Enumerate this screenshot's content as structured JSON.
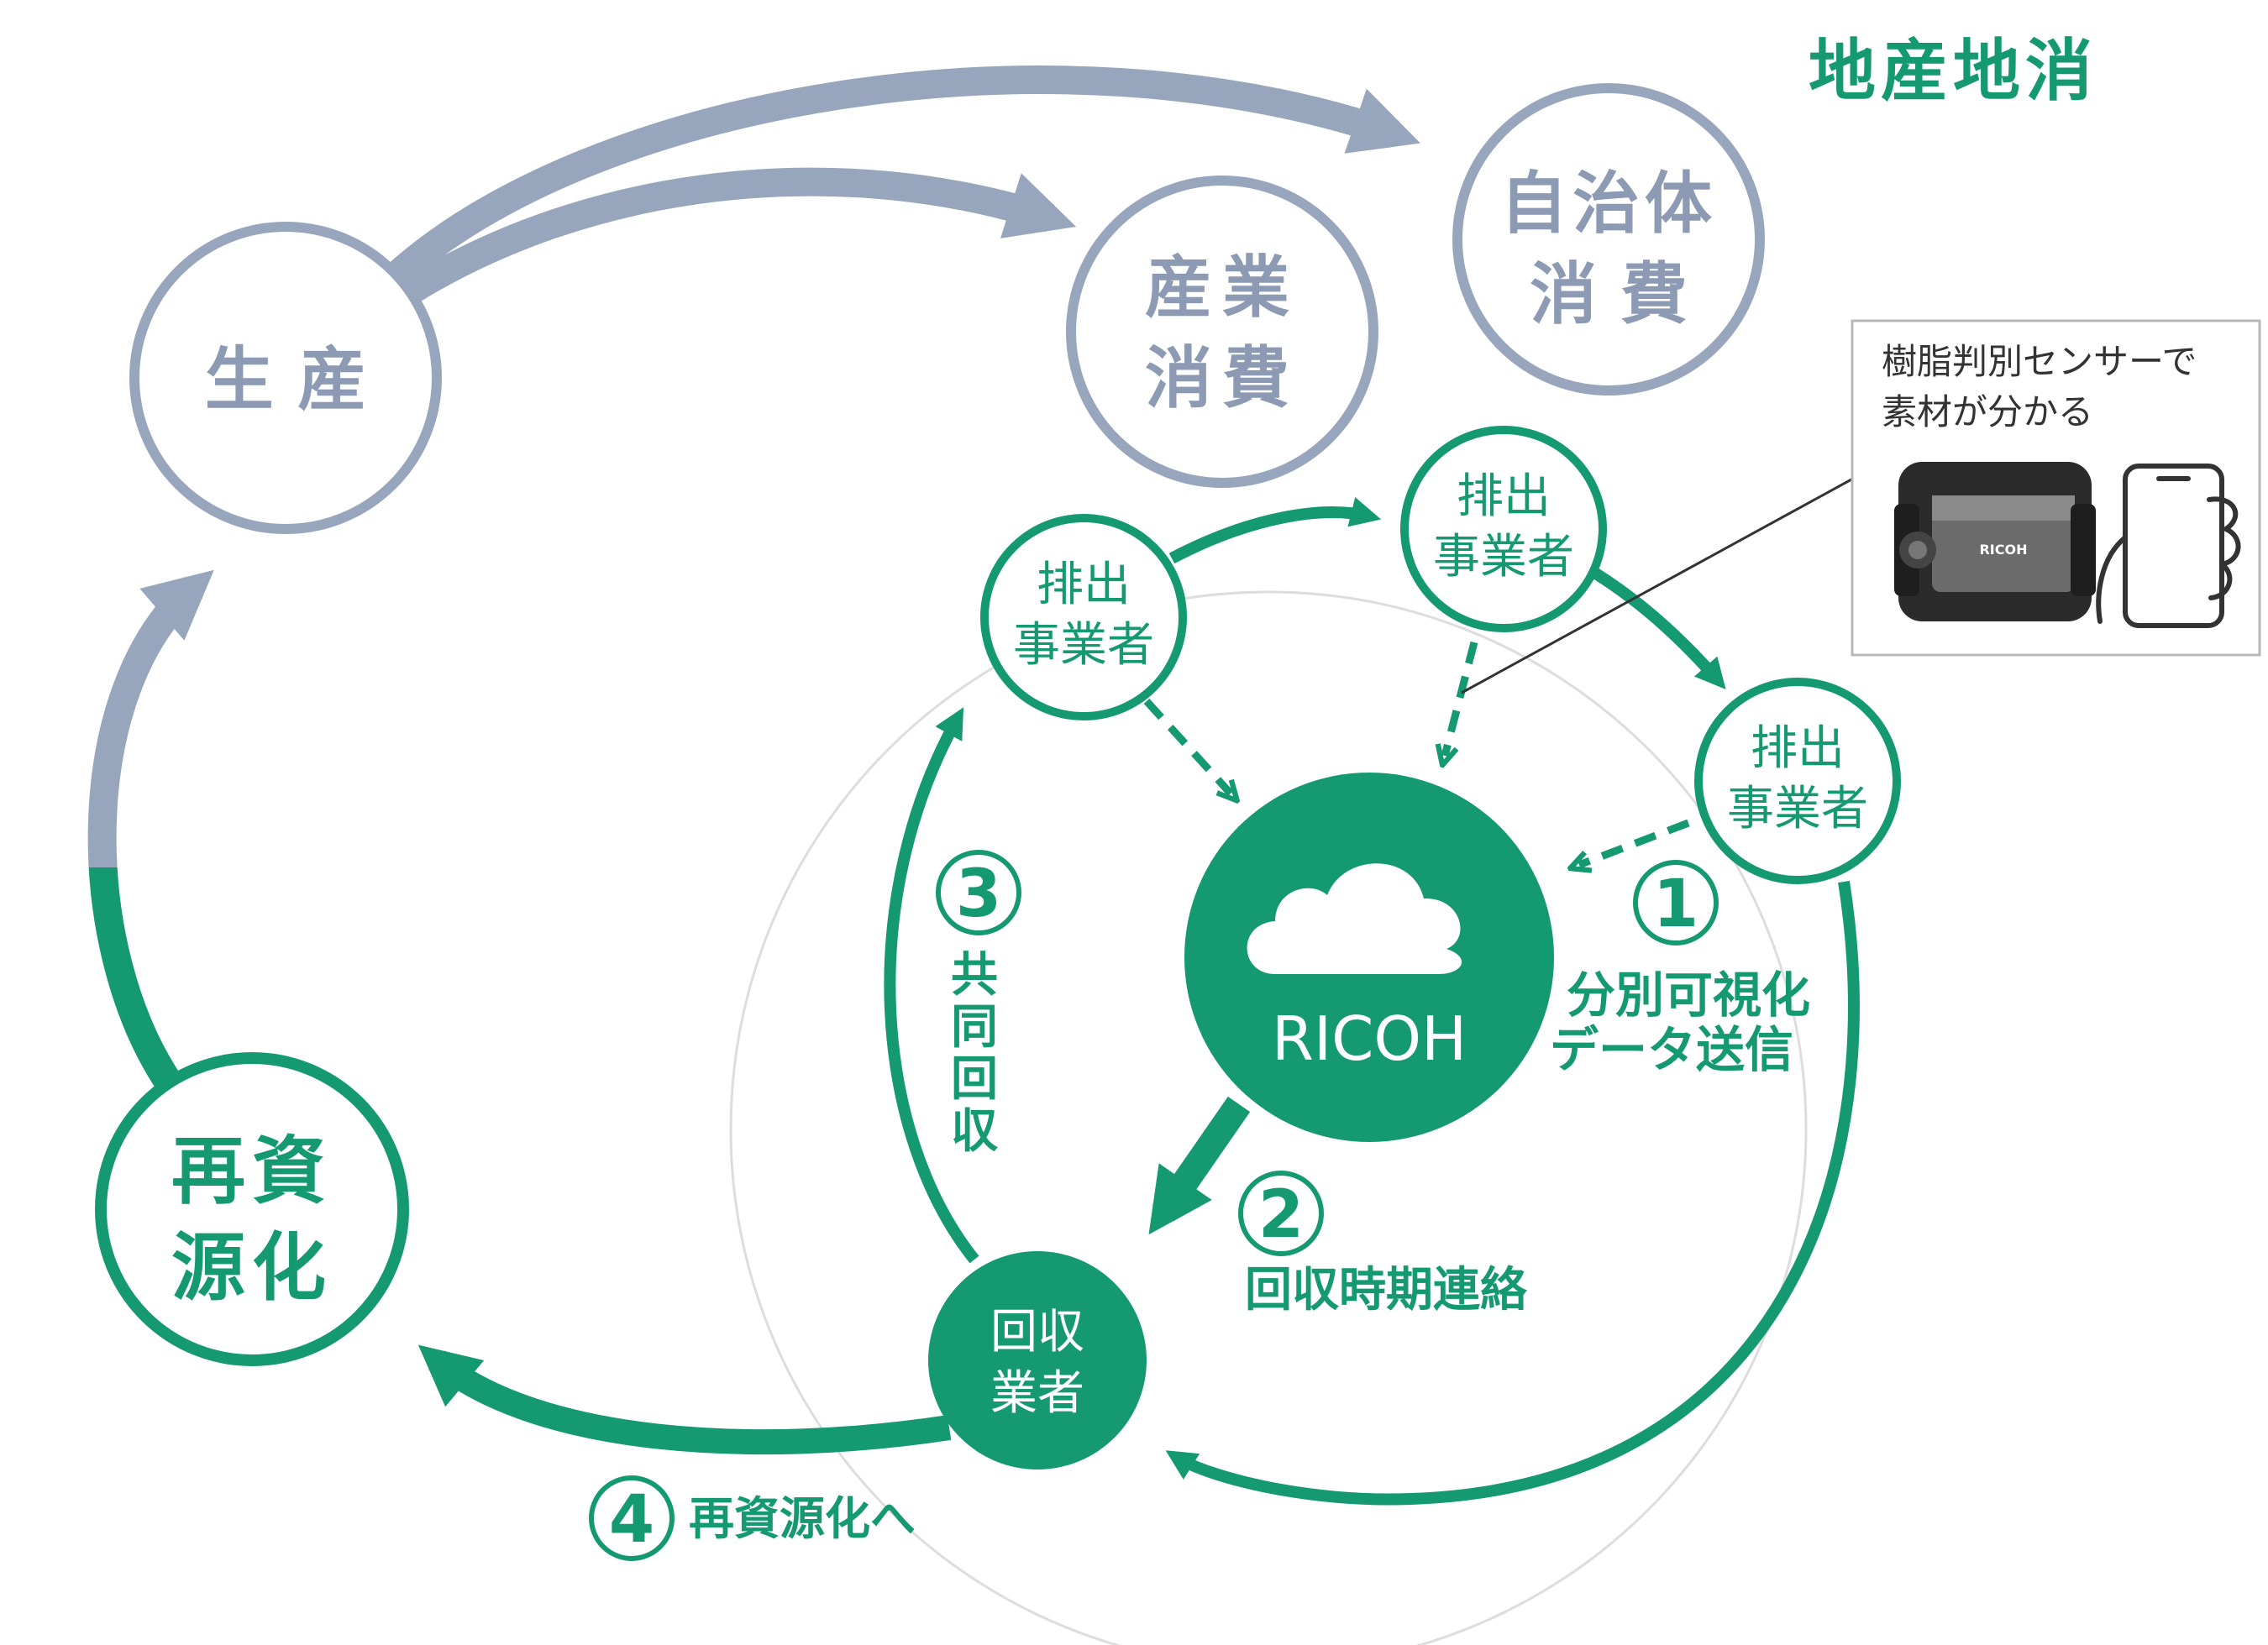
{
  "title": "地産地消",
  "lifecycle": {
    "production": "生 産",
    "industrial_consumption": [
      "産業",
      "消費"
    ],
    "municipal_consumption": [
      "自治体",
      "消 費"
    ],
    "recycling": [
      "再資",
      "源化"
    ]
  },
  "collection_loop": {
    "emitters": [
      [
        "排出",
        "事業者"
      ],
      [
        "排出",
        "事業者"
      ],
      [
        "排出",
        "事業者"
      ]
    ],
    "hub_label": "RICOH",
    "collector": [
      "回収",
      "業者"
    ]
  },
  "steps": [
    {
      "number": "1",
      "lines": [
        "分別可視化",
        "データ送信"
      ]
    },
    {
      "number": "2",
      "lines": [
        "回収時期連絡"
      ]
    },
    {
      "number": "3",
      "lines": [
        "共",
        "同",
        "回",
        "収"
      ]
    },
    {
      "number": "4",
      "lines": [
        "再資源化へ"
      ]
    }
  ],
  "sensor_callout": {
    "lines": [
      "樹脂判別センサーで",
      "素材が分かる"
    ],
    "device_brand": "RICOH",
    "device_icon": "resin-sensor-device-icon",
    "phone_icon": "hand-holding-phone-icon"
  },
  "colors": {
    "green": "#149970",
    "grey": "#98a6bd",
    "grey_text": "#8c9ab3",
    "ring": "#dddddd",
    "callout_border": "#b8b8b8"
  }
}
